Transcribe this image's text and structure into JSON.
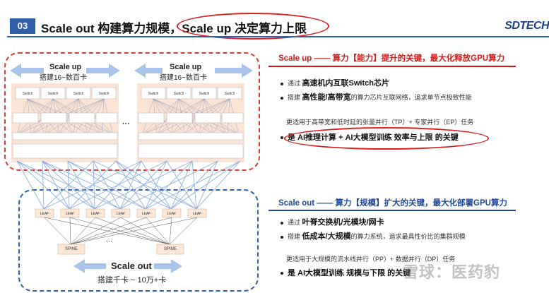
{
  "header": {
    "section_number": "03",
    "title": "Scale out 构建算力规模，Scale up 决定算力上限",
    "logo": "SDTECH"
  },
  "diagram": {
    "scale_up_label": "Scale up",
    "scale_up_sub": "搭建16~数百卡",
    "switch_label": "Switch",
    "ellipsis": "···",
    "leaf_label": "LEAF",
    "spine_label": "SPINE",
    "spine_ellipsis": "···",
    "scale_out_label": "Scale out",
    "scale_out_sub": "搭建千卡 ~ 10万+卡"
  },
  "right": {
    "up_heading": "Scale   up —— 算力【能力】提升的关键，最大化释放GPU算力",
    "up_bullets": [
      {
        "prefix": "通过",
        "emph": "高速机内互联Switch芯片",
        "suffix": ""
      },
      {
        "prefix": "搭建",
        "emph": "高性能/高带宽",
        "suffix": "的算力芯片互联网络，追求单节点极致性能"
      }
    ],
    "up_bullet3": "更适用于高带宽和低时延的张量并行（TP）+ 专家并行（EP）任务",
    "up_bullet4": "是 AI推理计算 + AI大模型训练 效率与上限 的关键",
    "out_heading": "Scale   out —— 算力【规模】扩大的关键，最大化部署GPU算力",
    "out_bullets": [
      {
        "prefix": "通过",
        "emph": "叶脊交换机/光模块/网卡",
        "suffix": ""
      },
      {
        "prefix": "搭建",
        "emph": "低成本/大规模",
        "suffix": "的算力系统，追求最具性价比的集群规模"
      }
    ],
    "out_bullet3": "更适用于大规模的流水线并行（PP）+ 数据并行（DP）任务",
    "out_bullet4": "是 AI大模型训练 规模与下限 的关键"
  },
  "watermark": "雪球：医药豹",
  "colors": {
    "accent_blue": "#2e5fa8",
    "accent_red": "#d01c1c"
  }
}
